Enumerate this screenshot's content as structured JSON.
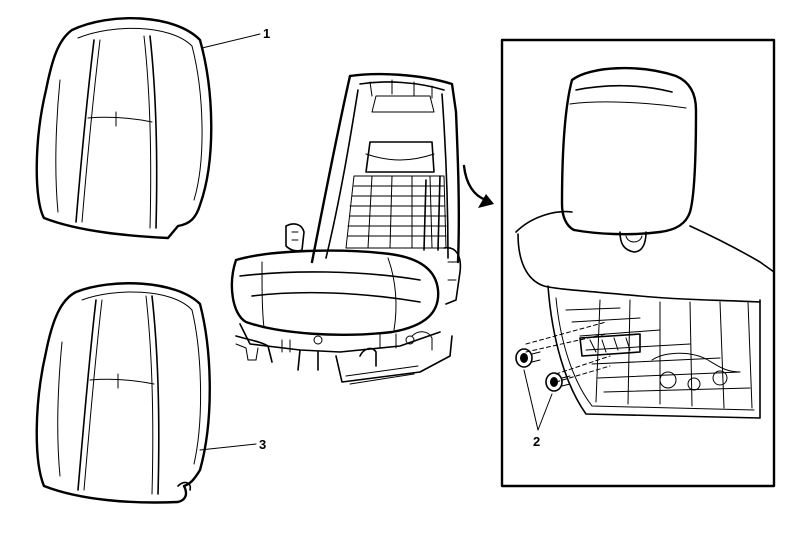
{
  "callouts": {
    "upper_cover": "1",
    "fasteners": "2",
    "lower_cover": "3"
  },
  "colors": {
    "line": "#000000",
    "background": "#ffffff"
  }
}
